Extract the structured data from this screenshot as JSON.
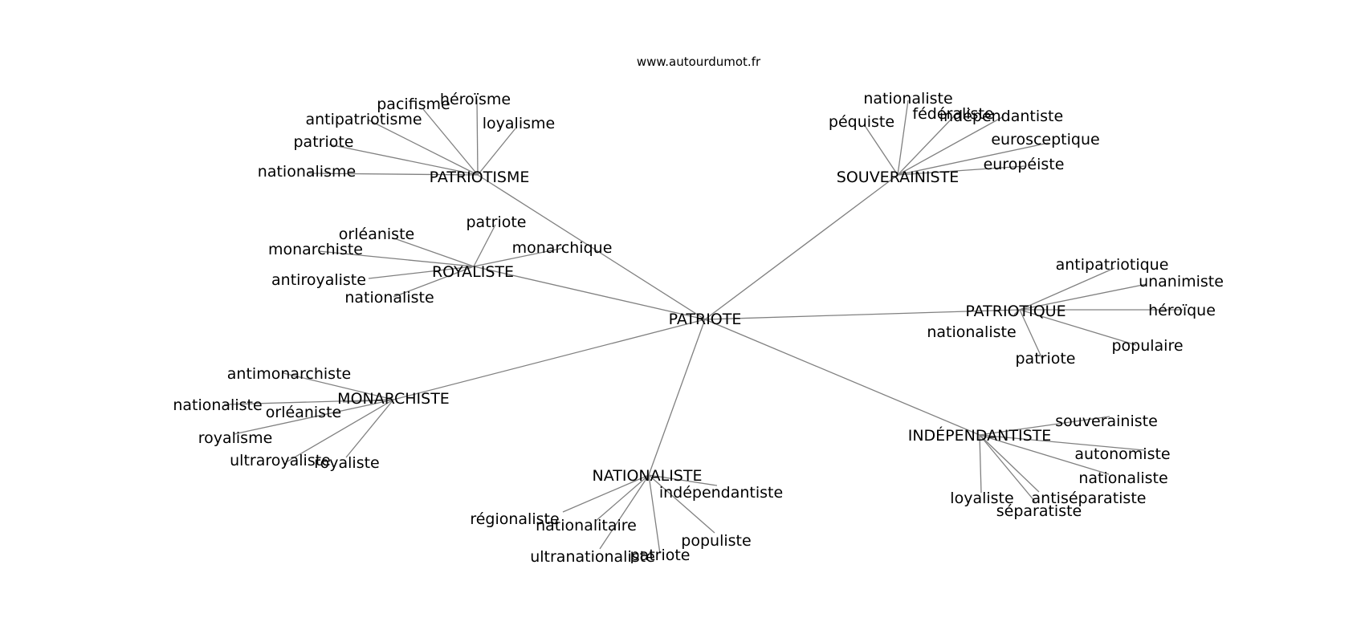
{
  "header": {
    "site": "www.autourdumot.fr"
  },
  "graph": {
    "root": "PATRIOTE",
    "clusters": [
      {
        "hub": "PATRIOTISME",
        "leaves": [
          "pacifisme",
          "héroïsme",
          "antipatriotisme",
          "loyalisme",
          "patriote",
          "nationalisme"
        ]
      },
      {
        "hub": "SOUVERAINISTE",
        "leaves": [
          "nationaliste",
          "fédéraliste",
          "indépendantiste",
          "péquiste",
          "eurosceptique",
          "européiste"
        ]
      },
      {
        "hub": "ROYALISTE",
        "leaves": [
          "orléaniste",
          "patriote",
          "monarchiste",
          "monarchique",
          "antiroyaliste",
          "nationaliste"
        ]
      },
      {
        "hub": "PATRIOTIQUE",
        "leaves": [
          "antipatriotique",
          "unanimiste",
          "héroïque",
          "nationaliste",
          "populaire",
          "patriote"
        ]
      },
      {
        "hub": "MONARCHISTE",
        "leaves": [
          "antimonarchiste",
          "nationaliste",
          "orléaniste",
          "royalisme",
          "ultraroyaliste",
          "royaliste"
        ]
      },
      {
        "hub": "INDÉPENDANTISTE",
        "leaves": [
          "souverainiste",
          "autonomiste",
          "nationaliste",
          "loyaliste",
          "antiséparatiste",
          "séparatiste"
        ]
      },
      {
        "hub": "NATIONALISTE",
        "leaves": [
          "indépendantiste",
          "régionaliste",
          "nationalitaire",
          "populiste",
          "ultranationaliste",
          "patriote"
        ]
      }
    ]
  }
}
